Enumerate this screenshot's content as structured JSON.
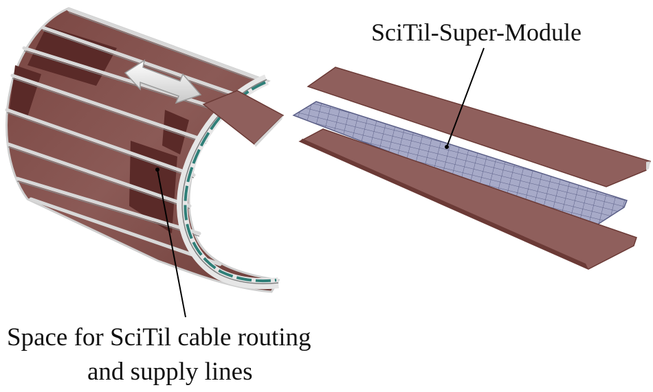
{
  "labels": {
    "super_module": "SciTil-Super-Module",
    "space_line1": "Space for SciTil cable routing",
    "space_line2": "and supply lines"
  },
  "colors": {
    "panel": "#8f5f5c",
    "panel_dark": "#6b3a36",
    "panel_inner": "#5a2a28",
    "frame": "#d4d4d4",
    "tiles": "#a7aac8",
    "tile_lines": "#5a5e86",
    "sensor": "#2f7f78",
    "arrow": "#e8e8e8",
    "line": "#000000"
  }
}
